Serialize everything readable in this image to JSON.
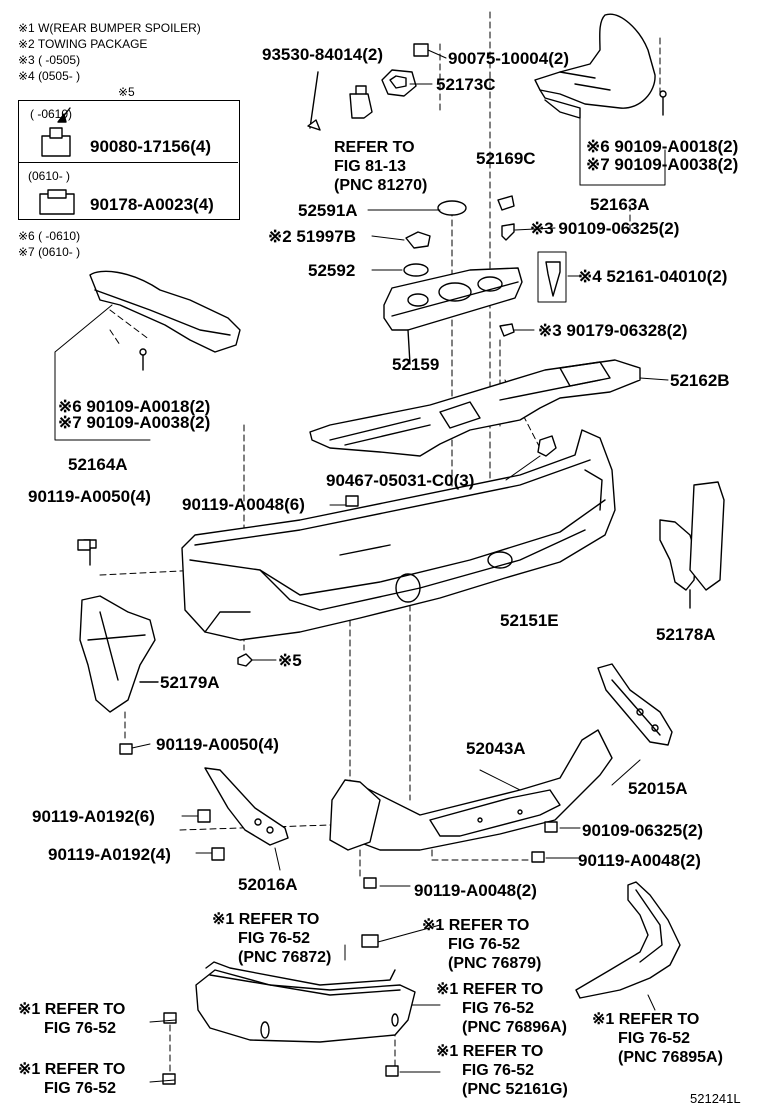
{
  "notes": {
    "n1": "※1 W(REAR BUMPER SPOILER)",
    "n2": "※2 TOWING PACKAGE",
    "n3": "※3 (      -0505)",
    "n4": "※4 (0505-       )",
    "n5": "※5",
    "n6": "※6 (      -0610)",
    "n7": "※7 (0610-       )"
  },
  "legend_box": {
    "row1_date": "(      -0610)",
    "row1_part": "90080-17156(4)",
    "row2_date": "(0610-       )",
    "row2_part": "90178-A0023(4)"
  },
  "labels": {
    "p93530": "93530-84014(2)",
    "p90075": "90075-10004(2)",
    "p52173C": "52173C",
    "p52169C": "52169C",
    "p52591A": "52591A",
    "p51997B": "※2 51997B",
    "p52592": "52592",
    "p52159": "52159",
    "p52163A": "52163A",
    "p90109_A0018_r": "※6 90109-A0018(2)",
    "p90109_A0038_r": "※7 90109-A0038(2)",
    "p90109_06325_t": "※3 90109-06325(2)",
    "p52161": "※4 52161-04010(2)",
    "p90179": "※3 90179-06328(2)",
    "p52162B": "52162B",
    "p90109_A0018_l": "※6 90109-A0018(2)",
    "p90109_A0038_l": "※7 90109-A0038(2)",
    "p52164A": "52164A",
    "p90467": "90467-05031-C0(3)",
    "p90119_A0050_t": "90119-A0050(4)",
    "p90119_A0048_6": "90119-A0048(6)",
    "p52151E": "52151E",
    "p52178A": "52178A",
    "p_star5": "※5",
    "p52179A": "52179A",
    "p90119_A0050_b": "90119-A0050(4)",
    "p52043A": "52043A",
    "p52015A": "52015A",
    "p90119_A0192_6": "90119-A0192(6)",
    "p90119_A0192_4": "90119-A0192(4)",
    "p90109_06325_b": "90109-06325(2)",
    "p90119_A0048_2r": "90119-A0048(2)",
    "p52016A": "52016A",
    "p90119_A0048_2b": "90119-A0048(2)",
    "p_diagram_id": "521241L"
  },
  "refer": {
    "fig81": [
      "REFER TO",
      "FIG 81-13",
      "(PNC 81270)"
    ],
    "r76872": [
      "※1 REFER TO",
      "FIG 76-52",
      "(PNC 76872)"
    ],
    "r76879": [
      "※1 REFER TO",
      "FIG 76-52",
      "(PNC 76879)"
    ],
    "r76896A": [
      "※1 REFER TO",
      "FIG 76-52",
      "(PNC 76896A)"
    ],
    "r76895A": [
      "※1 REFER TO",
      "FIG 76-52",
      "(PNC 76895A)"
    ],
    "r52161G": [
      "※1 REFER TO",
      "FIG 76-52",
      "(PNC 52161G)"
    ],
    "rLeft1": [
      "※1 REFER TO",
      "FIG 76-52"
    ],
    "rLeft2": [
      "※1 REFER TO",
      "FIG 76-52"
    ]
  }
}
